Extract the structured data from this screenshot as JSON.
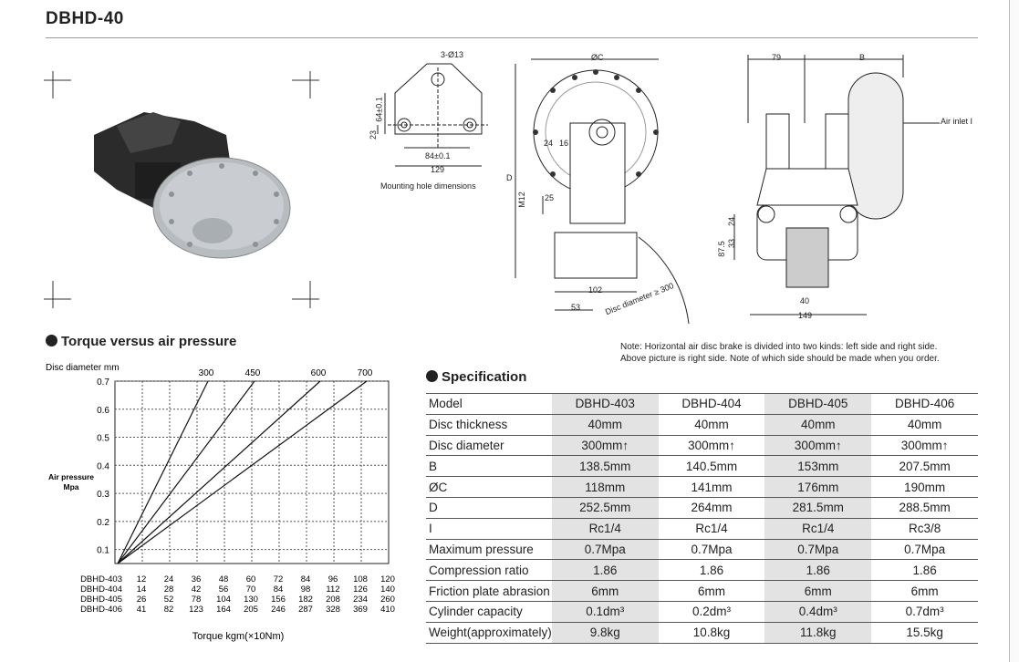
{
  "title": "DBHD-40",
  "drawing": {
    "mount": {
      "hole_label": "3-Ø13",
      "dim_64": "64±0.1",
      "dim_23": "23",
      "dim_84": "84±0.1",
      "dim_129": "129",
      "caption": "Mounting hole dimensions"
    },
    "front": {
      "phi_c": "ØC",
      "d": "D",
      "m12": "M12",
      "d24": "24",
      "d16": "16",
      "d25": "25",
      "d102": "102",
      "d53": "53",
      "disc_note": "Disc diameter ≥ 300"
    },
    "side": {
      "d79": "79",
      "b": "B",
      "air_inlet": "Air inlet I",
      "d24": "24",
      "d33": "33",
      "d87": "87.5",
      "d40": "40",
      "d149": "149"
    },
    "note_line1": "Note: Horizontal air disc brake is divided into two kinds: left side and right side.",
    "note_line2": "Above picture is right side. Note of which side should be made when you order."
  },
  "torque_section_title": "Torque versus air pressure",
  "spec_section_title": "Specification",
  "chart_data": {
    "type": "line",
    "title": "",
    "series_header": "Disc diameter mm",
    "ylabel": "Air pressure Mpa",
    "xlabel": "Torque kgm(×10Nm)",
    "ylim": [
      0.05,
      0.7
    ],
    "yticks": [
      "0.7",
      "0.6",
      "0.5",
      "0.4",
      "0.3",
      "0.2",
      "0.1"
    ],
    "grid": true,
    "x_rows": [
      {
        "name": "DBHD-403",
        "values": [
          "12",
          "24",
          "36",
          "48",
          "60",
          "72",
          "84",
          "96",
          "108",
          "120"
        ]
      },
      {
        "name": "DBHD-404",
        "values": [
          "14",
          "28",
          "42",
          "56",
          "70",
          "84",
          "98",
          "112",
          "126",
          "140"
        ]
      },
      {
        "name": "DBHD-405",
        "values": [
          "26",
          "52",
          "78",
          "104",
          "130",
          "156",
          "182",
          "208",
          "234",
          "260"
        ]
      },
      {
        "name": "DBHD-406",
        "values": [
          "41",
          "82",
          "123",
          "164",
          "205",
          "246",
          "287",
          "328",
          "369",
          "410"
        ]
      }
    ],
    "series": [
      {
        "name": "300",
        "points": [
          [
            0.1,
            0.05
          ],
          [
            3.4,
            0.7
          ]
        ]
      },
      {
        "name": "450",
        "points": [
          [
            0.1,
            0.05
          ],
          [
            5.1,
            0.7
          ]
        ]
      },
      {
        "name": "600",
        "points": [
          [
            0.1,
            0.05
          ],
          [
            7.5,
            0.7
          ]
        ]
      },
      {
        "name": "700",
        "points": [
          [
            0.1,
            0.05
          ],
          [
            9.2,
            0.7
          ]
        ]
      }
    ]
  },
  "spec_table": {
    "headers": [
      "Model",
      "DBHD-403",
      "DBHD-404",
      "DBHD-405",
      "DBHD-406"
    ],
    "rows": [
      [
        "Disc thickness",
        "40mm",
        "40mm",
        "40mm",
        "40mm"
      ],
      [
        "Disc diameter",
        "300mm↑",
        "300mm↑",
        "300mm↑",
        "300mm↑"
      ],
      [
        "B",
        "138.5mm",
        "140.5mm",
        "153mm",
        "207.5mm"
      ],
      [
        "ØC",
        "118mm",
        "141mm",
        "176mm",
        "190mm"
      ],
      [
        "D",
        "252.5mm",
        "264mm",
        "281.5mm",
        "288.5mm"
      ],
      [
        "I",
        "Rc1/4",
        "Rc1/4",
        "Rc1/4",
        "Rc3/8"
      ],
      [
        "Maximum pressure",
        "0.7Mpa",
        "0.7Mpa",
        "0.7Mpa",
        "0.7Mpa"
      ],
      [
        "Compression ratio",
        "1.86",
        "1.86",
        "1.86",
        "1.86"
      ],
      [
        "Friction plate abrasion",
        "6mm",
        "6mm",
        "6mm",
        "6mm"
      ],
      [
        "Cylinder capacity",
        "0.1dm³",
        "0.2dm³",
        "0.4dm³",
        "0.7dm³"
      ],
      [
        "Weight(approximately)",
        "9.8kg",
        "10.8kg",
        "11.8kg",
        "15.5kg"
      ]
    ]
  }
}
